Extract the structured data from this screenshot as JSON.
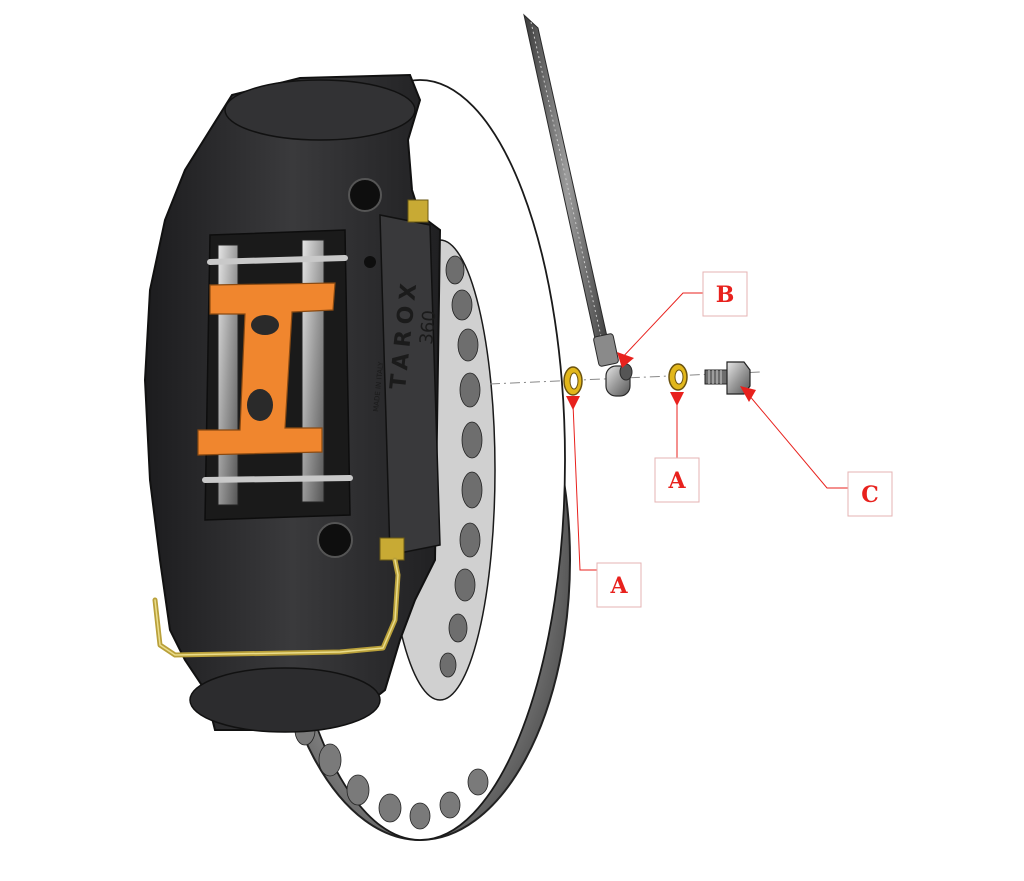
{
  "diagram": {
    "caliper_brand": "TAROX",
    "caliper_model": "360",
    "caliper_stamp": "MADE IN ITALY",
    "colors": {
      "caliper_body": "#2b2b2d",
      "bridge_plate": "#f0862e",
      "callout_red": "#e8211d",
      "disc_face": "#ffffff",
      "washer_gold": "#e2b71b",
      "brake_pipe": "#b9a03a"
    },
    "callouts": [
      {
        "id": "A",
        "label": "A",
        "part": "copper-washer-caliper-side"
      },
      {
        "id": "B",
        "label": "B",
        "part": "banjo-hose-end"
      },
      {
        "id": "A",
        "label": "A",
        "part": "copper-washer-bolt-side"
      },
      {
        "id": "C",
        "label": "C",
        "part": "banjo-bolt"
      }
    ]
  }
}
